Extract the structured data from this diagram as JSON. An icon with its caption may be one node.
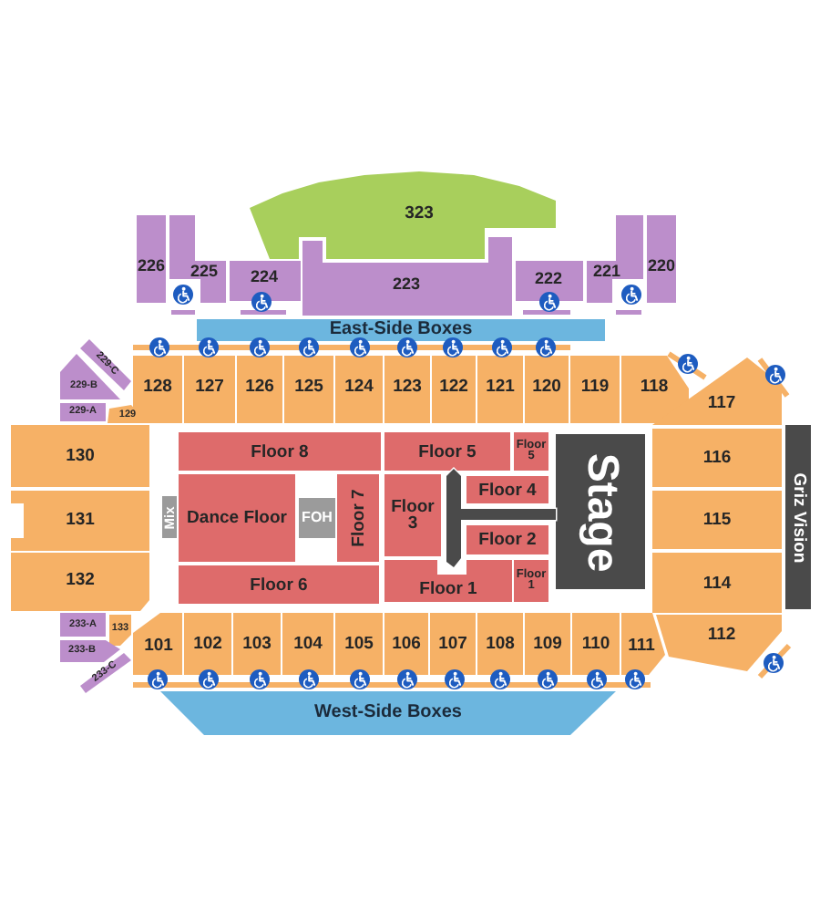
{
  "diagram": {
    "nodes": [
      {
        "text": [
          "323"
        ]
      },
      {
        "text": [
          "226"
        ]
      },
      {
        "text": [
          "225"
        ]
      },
      {
        "text": [
          "224"
        ]
      },
      {
        "text": [
          "223"
        ]
      },
      {
        "text": [
          "222"
        ]
      },
      {
        "text": [
          "221"
        ]
      },
      {
        "text": [
          "220"
        ]
      },
      {
        "text": [
          "East-Side Boxes"
        ]
      },
      {
        "text": [
          "229-C"
        ]
      },
      {
        "text": [
          "128"
        ]
      },
      {
        "text": [
          "127"
        ]
      },
      {
        "text": [
          "126"
        ]
      },
      {
        "text": [
          "125"
        ]
      },
      {
        "text": [
          "124"
        ]
      },
      {
        "text": [
          "123"
        ]
      },
      {
        "text": [
          "122"
        ]
      },
      {
        "text": [
          "121"
        ]
      },
      {
        "text": [
          "120"
        ]
      },
      {
        "text": [
          "119"
        ]
      },
      {
        "text": [
          "118"
        ]
      },
      {
        "text": [
          "229-B"
        ]
      },
      {
        "text": [
          "229-A"
        ]
      },
      {
        "text": [
          "129"
        ]
      },
      {
        "text": [
          "117"
        ]
      },
      {
        "text": [
          "130"
        ]
      },
      {
        "text": [
          "Floor 8"
        ]
      },
      {
        "text": [
          "Floor 5"
        ]
      },
      {
        "text": [
          "Floor 5"
        ]
      },
      {
        "text": [
          "116"
        ]
      },
      {
        "text": [
          "Floor 4"
        ]
      },
      {
        "text": [
          "Stage"
        ]
      },
      {
        "text": [
          "Griz Vision"
        ]
      },
      {
        "text": [
          "131"
        ]
      },
      {
        "text": [
          "Mix"
        ]
      },
      {
        "text": [
          "Dance Floor"
        ]
      },
      {
        "text": [
          "FOH"
        ]
      },
      {
        "text": [
          "Floor 7"
        ]
      },
      {
        "text": [
          "Floor 3"
        ]
      },
      {
        "text": [
          "Floor 2"
        ]
      },
      {
        "text": [
          "115"
        ]
      },
      {
        "text": [
          "132"
        ]
      },
      {
        "text": [
          "Floor 6"
        ]
      },
      {
        "text": [
          "Floor 1"
        ]
      },
      {
        "text": [
          "Floor 1"
        ]
      },
      {
        "text": [
          "114"
        ]
      },
      {
        "text": [
          "233-A"
        ]
      },
      {
        "text": [
          "133"
        ]
      },
      {
        "text": [
          "101"
        ]
      },
      {
        "text": [
          "102"
        ]
      },
      {
        "text": [
          "103"
        ]
      },
      {
        "text": [
          "104"
        ]
      },
      {
        "text": [
          "105"
        ]
      },
      {
        "text": [
          "106"
        ]
      },
      {
        "text": [
          "107"
        ]
      },
      {
        "text": [
          "108"
        ]
      },
      {
        "text": [
          "109"
        ]
      },
      {
        "text": [
          "110"
        ]
      },
      {
        "text": [
          "111"
        ]
      },
      {
        "text": [
          "112"
        ]
      },
      {
        "text": [
          "233-B"
        ]
      },
      {
        "text": [
          "233-C"
        ]
      },
      {
        "text": [
          "West-Side Boxes"
        ]
      },
      {
        "text": [],
        "shape": "runway"
      }
    ]
  }
}
